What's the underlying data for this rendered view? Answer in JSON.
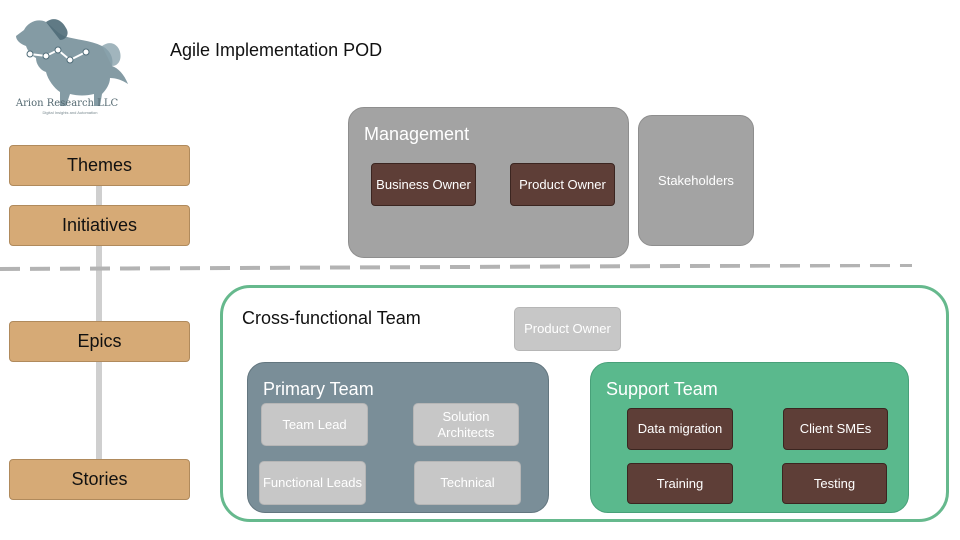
{
  "logo": {
    "company": "Arion Research LLC",
    "tagline": "Digital Insights and Automation",
    "icon": "horse-icon"
  },
  "title": "Agile Implementation POD",
  "levels": {
    "themes": "Themes",
    "initiatives": "Initiatives",
    "epics": "Epics",
    "stories": "Stories"
  },
  "management": {
    "title": "Management",
    "business_owner": "Business Owner",
    "product_owner": "Product Owner"
  },
  "stakeholders": "Stakeholders",
  "cross_functional": {
    "title": "Cross-functional Team",
    "product_owner": "Product Owner",
    "primary": {
      "title": "Primary Team",
      "team_lead": "Team Lead",
      "solution_architects": "Solution Architects",
      "functional_leads": "Functional Leads",
      "technical": "Technical"
    },
    "support": {
      "title": "Support Team",
      "data_migration": "Data migration",
      "client_smes": "Client SMEs",
      "training": "Training",
      "testing": "Testing"
    }
  },
  "colors": {
    "level_box": "#d6aa76",
    "management": "#a3a3a3",
    "role_box": "#5e3e37",
    "primary_team": "#7a8e98",
    "support_team": "#5ab98d",
    "cross_functional_border": "#66b98d"
  }
}
